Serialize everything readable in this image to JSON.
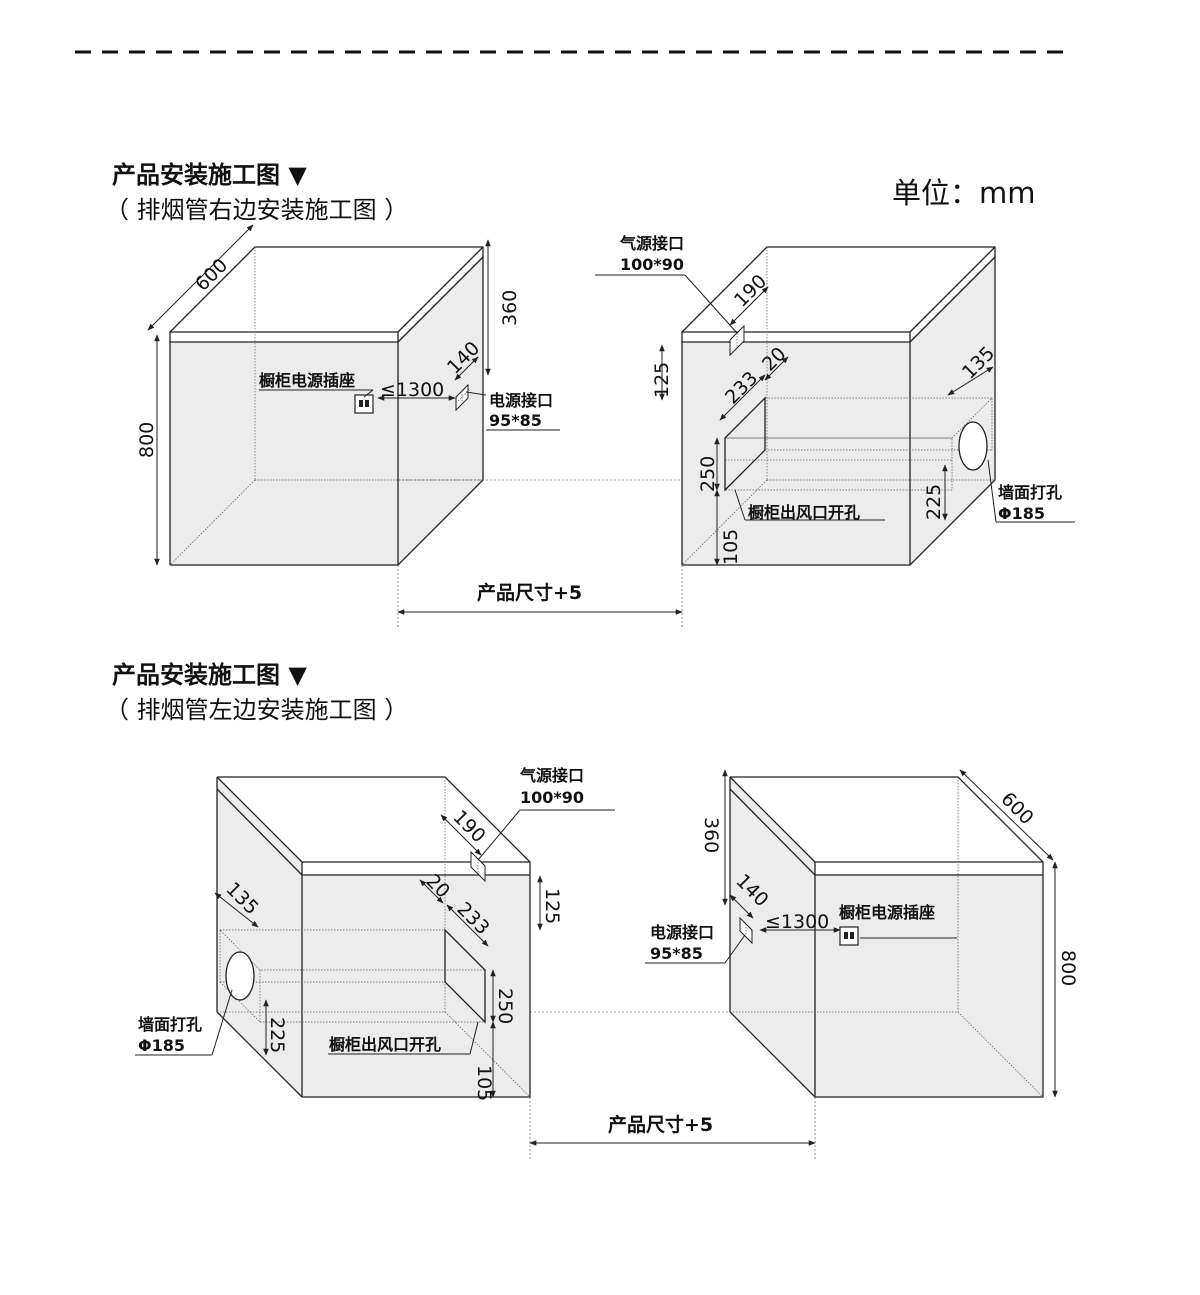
{
  "unit_label": "单位：mm",
  "sections": [
    {
      "title": "产品安装施工图 ▼",
      "subtitle": "（ 排烟管右边安装施工图 ）"
    },
    {
      "title": "产品安装施工图 ▼",
      "subtitle": "（ 排烟管左边安装施工图 ）"
    }
  ],
  "labels": {
    "power_socket": "橱柜电源插座",
    "le_1300": "≤1300",
    "power_port": "电源接口",
    "power_port_size": "95*85",
    "gas_port": "气源接口",
    "gas_port_size": "100*90",
    "vent_hole": "橱柜出风口开孔",
    "wall_hole": "墙面打孔",
    "wall_hole_size": "Φ185",
    "product_size": "产品尺寸+5"
  },
  "dims": {
    "d600": "600",
    "d800": "800",
    "d360": "360",
    "d140": "140",
    "d190": "190",
    "d125": "125",
    "d20": "20",
    "d233": "233",
    "d250": "250",
    "d105": "105",
    "d135": "135",
    "d225": "225"
  }
}
